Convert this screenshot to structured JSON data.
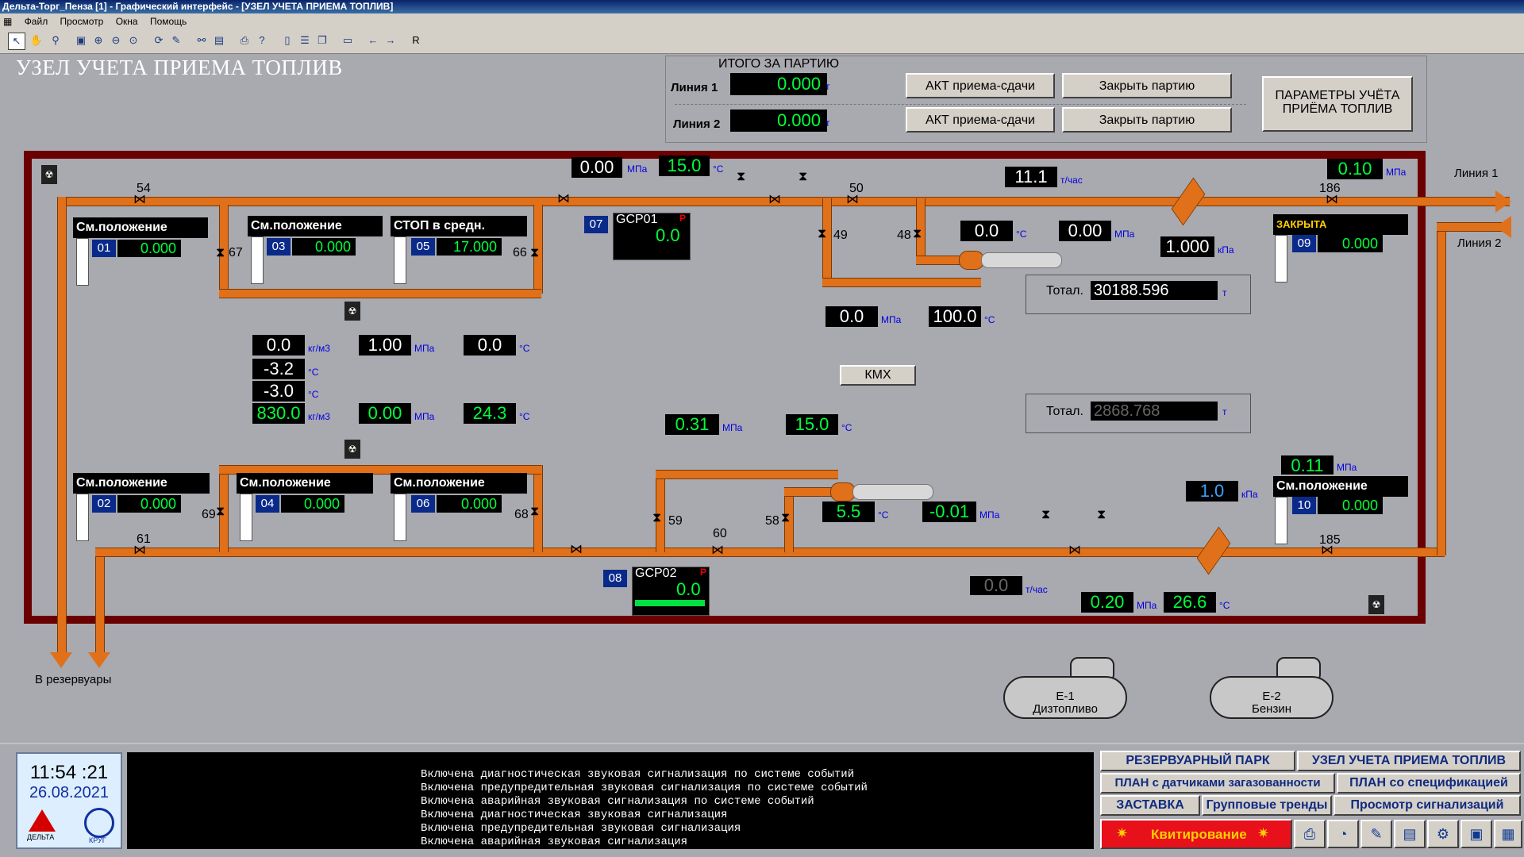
{
  "window": {
    "title": "Дельта-Торг_Пенза [1] - Графический интерфейс - [УЗЕЛ УЧЕТА ПРИЕМА ТОПЛИВ]",
    "controls": [
      "_",
      "▫",
      "×"
    ]
  },
  "menu": [
    "Файл",
    "Просмотр",
    "Окна",
    "Помощь"
  ],
  "toolbar": {
    "r_label": "R"
  },
  "page_title": "УЗЕЛ УЧЕТА ПРИЕМА ТОПЛИВ",
  "batch": {
    "header": "ИТОГО ЗА ПАРТИЮ",
    "line1_label": "Линия 1",
    "line1_value": "0.000",
    "line2_label": "Линия 2",
    "line2_value": "0.000",
    "unit": "т",
    "act_button": "АКТ приема-сдачи",
    "close_button": "Закрыть партию",
    "params_button": "ПАРАМЕТРЫ УЧЁТА ПРИЁМА ТОПЛИВ"
  },
  "labels": {
    "line1": "Линия 1",
    "line2": "Линия 2",
    "to_tanks": "В резервуары",
    "kmx": "КМХ",
    "total": "Тотал.",
    "total1": "30188.596",
    "total2": "2868.768",
    "t_unit": "т"
  },
  "positioners": [
    {
      "title": "См.положение",
      "id": "01",
      "value": "0.000"
    },
    {
      "title": "См.положение",
      "id": "03",
      "value": "0.000"
    },
    {
      "title": "СТОП в средн.",
      "id": "05",
      "value": "17.000"
    },
    {
      "title": "ЗАКРЫТА",
      "id": "09",
      "value": "0.000"
    },
    {
      "title": "См.положение",
      "id": "02",
      "value": "0.000"
    },
    {
      "title": "См.положение",
      "id": "04",
      "value": "0.000"
    },
    {
      "title": "См.положение",
      "id": "06",
      "value": "0.000"
    },
    {
      "title": "См.положение",
      "id": "10",
      "value": "0.000"
    }
  ],
  "gcp": [
    {
      "id": "07",
      "name": "GCP01",
      "flag": "P",
      "value": "0.0"
    },
    {
      "id": "08",
      "name": "GCP02",
      "flag": "P",
      "value": "0.0"
    }
  ],
  "valves": [
    "54",
    "67",
    "66",
    "50",
    "49",
    "48",
    "186",
    "61",
    "69",
    "68",
    "59",
    "60",
    "58",
    "185"
  ],
  "readings": {
    "p_top1": "0.00",
    "t_top1": "15.0",
    "flow_top": "11.1",
    "p_top_right": "0.10",
    "t_48": "0.0",
    "p_mid": "0.00",
    "dp_top": "1.000",
    "p_49": "0.0",
    "t_49": "100.0",
    "dens1": "0.0",
    "t_a": "-3.2",
    "t_b": "-3.0",
    "dens2": "830.0",
    "p_up1": "1.00",
    "t_up1": "0.0",
    "p_lo1": "0.00",
    "t_lo1": "24.3",
    "p_59": "0.31",
    "t_58": "15.0",
    "t_58b": "5.5",
    "p_dp": "-0.01",
    "p_bot_right": "0.11",
    "dp_bot": "1.0",
    "flow_bot": "0.0",
    "p_bot": "0.20",
    "t_bot": "26.6"
  },
  "units": {
    "mpa": "МПа",
    "c": "°C",
    "kgm3": "кг/м3",
    "tph": "т/час",
    "kpa": "кПа"
  },
  "tanks": [
    {
      "name": "Е-1",
      "product": "Дизтопливо"
    },
    {
      "name": "Е-2",
      "product": "Бензин"
    }
  ],
  "clock": {
    "time": "11:54 :21",
    "date": "26.08.2021",
    "logo1": "ДЕЛЬТА",
    "logo2": "КРУГ"
  },
  "messages": [
    "Включена диагностическая звуковая сигнализация по системе событий",
    "Включена предупредительная звуковая сигнализация по системе событий",
    "Включена аварийная звуковая сигнализация по системе событий",
    "Включена диагностическая звуковая сигнализация",
    "Включена предупредительная звуковая сигнализация",
    "Включена аварийная звуковая сигнализация"
  ],
  "nav": {
    "tank_park": "РЕЗЕРВУАРНЫЙ ПАРК",
    "fuel_node": "УЗЕЛ УЧЕТА ПРИЕМА ТОПЛИВ",
    "plan_gas": "ПЛАН с датчиками загазованности",
    "plan_spec": "ПЛАН со спецификацией",
    "screensaver": "ЗАСТАВКА",
    "group_trends": "Групповые тренды",
    "alarm_view": "Просмотр сигнализаций",
    "ack": "Квитирование"
  }
}
